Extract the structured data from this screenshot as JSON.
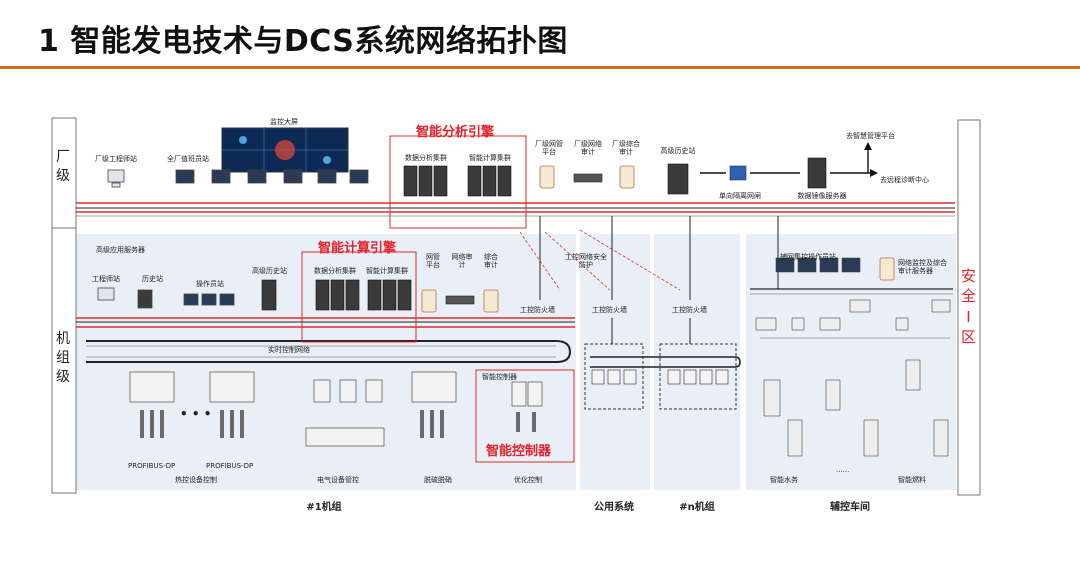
{
  "title": "1 智能发电技术与DCS系统网络拓扑图",
  "side_labels": {
    "plant_level": [
      "厂",
      "级"
    ],
    "unit_level": [
      "机",
      "组",
      "级"
    ],
    "safety_zone": [
      "安",
      "全",
      "I",
      "区"
    ]
  },
  "highlights": {
    "analysis_engine": "智能分析引擎",
    "compute_engine": "智能计算引擎",
    "controller": "智能控制器"
  },
  "plant": {
    "monitor_wall": "监控大屏",
    "eng_station": "厂级工程师站",
    "duty_station": "全厂值班员站",
    "data_cluster": "数据分析集群",
    "compute_cluster": "智能计算集群",
    "net_platform": [
      "厂级网管",
      "平台"
    ],
    "net_audit": [
      "厂级网络",
      "审计"
    ],
    "integrated_audit": [
      "厂级综合",
      "审计"
    ],
    "history_station": "高级历史站",
    "isolation_gateway": "单向隔离网闸",
    "mirror_server": "数据镜像服务器",
    "to_smart_mgmt": "去智慧管理平台",
    "to_remote_diag": "去远程诊断中心"
  },
  "unit": {
    "adv_app_server": "高级应用服务器",
    "eng_station": "工程师站",
    "history_station": "历史站",
    "operator_station": "操作员站",
    "adv_history": "高级历史站",
    "data_cluster": "数据分析集群",
    "compute_cluster": "智能计算集群",
    "net_platform": [
      "网管",
      "平台"
    ],
    "net_audit": [
      "网络审",
      "计"
    ],
    "integrated_audit": [
      "综合",
      "审计"
    ],
    "ics_security": [
      "工控网络安全",
      "防护"
    ],
    "ics_firewall": "工控防火墙",
    "realtime_network": "实时控制网络",
    "smart_controller": "智能控制器",
    "profibus_1": "PROFIBUS-DP",
    "profibus_2": "PROFIBUS-DP",
    "ellipsis": "• • •",
    "sub_thermal": "热控设备控制",
    "sub_electrical": "电气设备管控",
    "sub_desulf": "脱硫脱硝",
    "sub_optimize": "优化控制"
  },
  "common": {
    "firewall": "工控防火墙"
  },
  "unit_n": {
    "firewall": "工控防火墙"
  },
  "aux": {
    "ops_station": "辅网集控操作员站",
    "monitor_server": [
      "网络监控及综合",
      "审计服务器"
    ],
    "smart_water": "智能水务",
    "smart_fuel": "智能燃料",
    "dots": "......"
  },
  "bottom": {
    "unit1": "#1机组",
    "common": "公用系统",
    "unitn": "#n机组",
    "aux": "辅控车间"
  }
}
